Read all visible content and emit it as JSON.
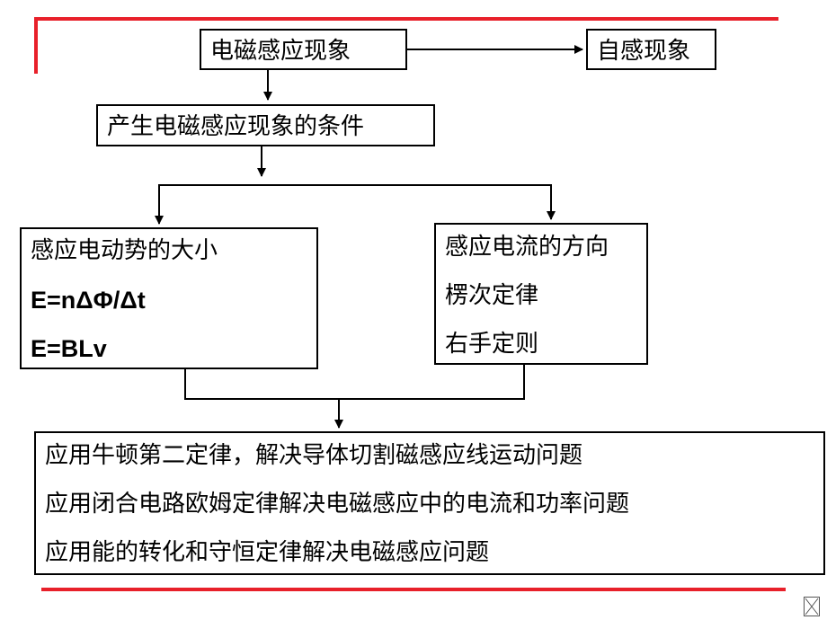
{
  "colors": {
    "accent_line": "#e8202a",
    "stroke": "#000000"
  },
  "nodes": {
    "induction": "电磁感应现象",
    "self_induction": "自感现象",
    "conditions": "产生电磁感应现象的条件",
    "emf": {
      "title": "感应电动势的大小",
      "formula1": "E=nΔΦ/Δt",
      "formula2": "E=BLv"
    },
    "current_direction": {
      "title": "感应电流的方向",
      "rule1": "楞次定律",
      "rule2": "右手定则"
    },
    "applications": {
      "line1": "应用牛顿第二定律，解决导体切割磁感应线运动问题",
      "line2": "应用闭合电路欧姆定律解决电磁感应中的电流和功率问题",
      "line3": "应用能的转化和守恒定律解决电磁感应问题"
    }
  }
}
